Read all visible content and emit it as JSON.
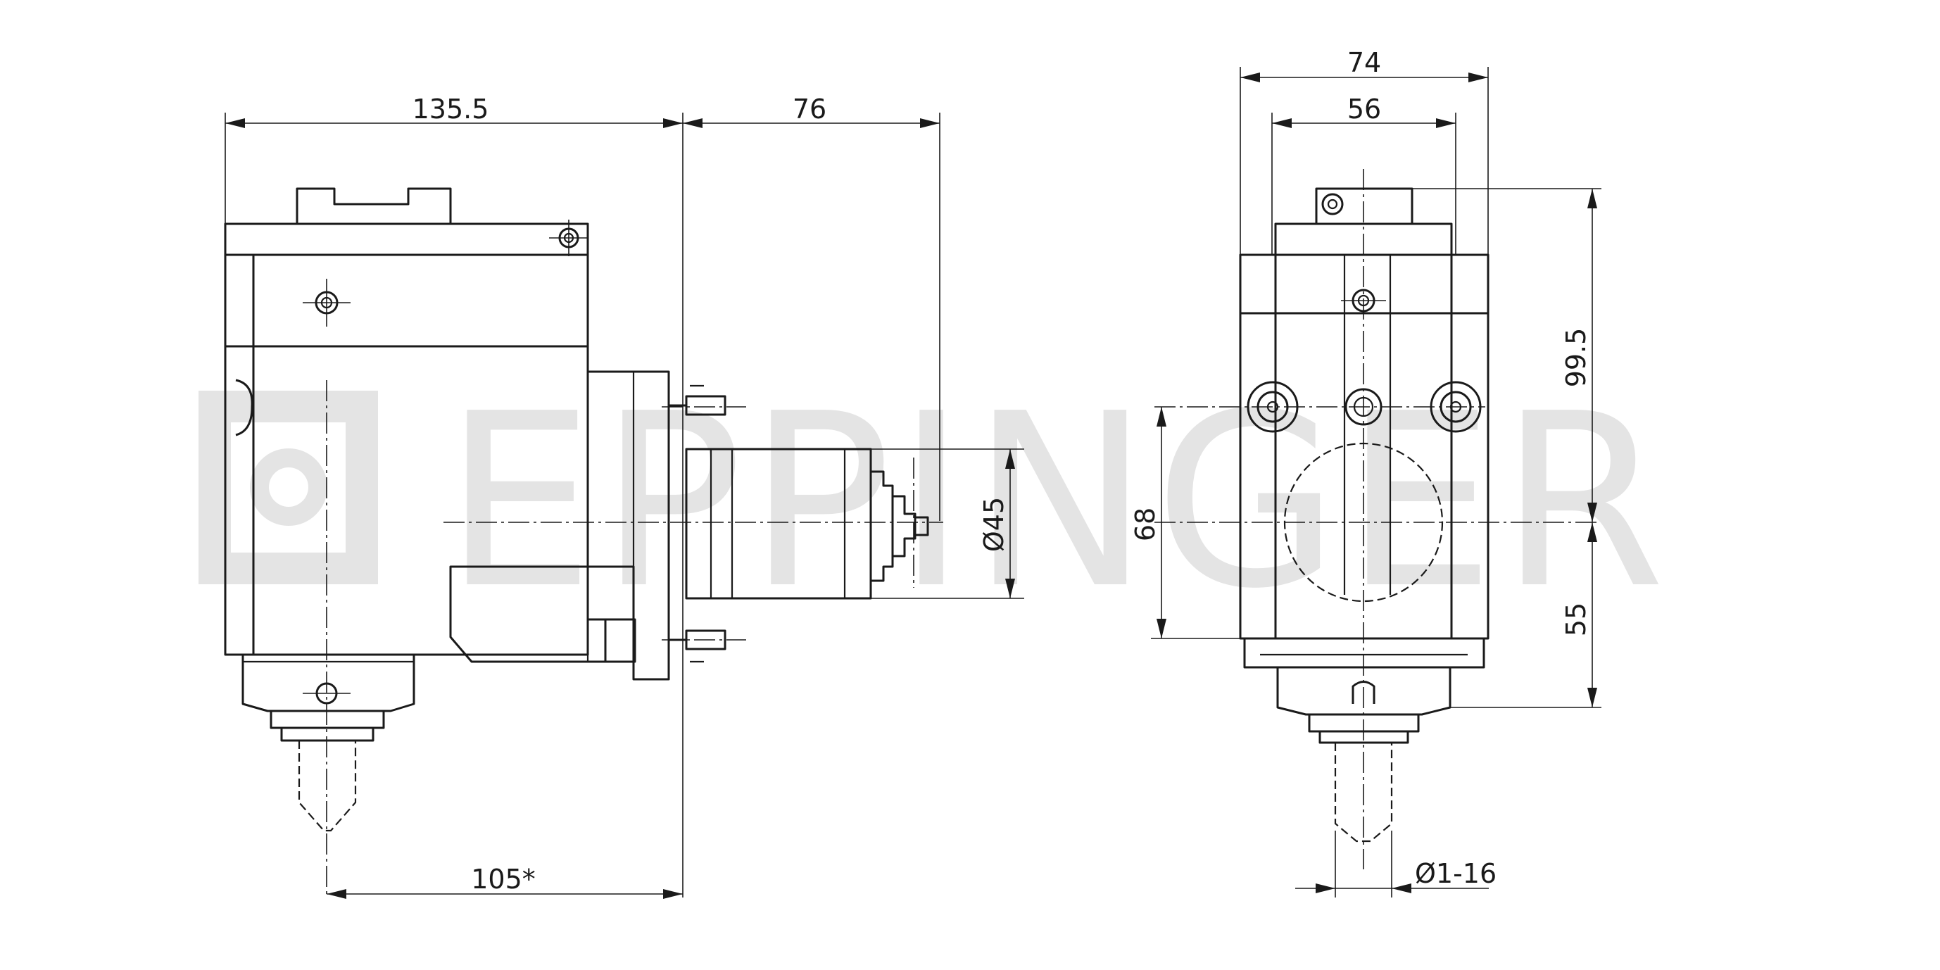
{
  "watermark": {
    "text": "EPPINGER"
  },
  "side_view": {
    "dim_overall_length": "135.5",
    "dim_spindle_projection": "76",
    "dim_flange_diameter": "Ø45",
    "dim_tool_offset": "105*"
  },
  "front_view": {
    "dim_overall_width": "74",
    "dim_body_width": "56",
    "dim_height_top": "99.5",
    "dim_center_height": "68",
    "dim_height_bottom": "55",
    "dim_collet_range": "Ø1-16"
  },
  "colors": {
    "line": "#1a1a1a",
    "watermark": "#e4e4e4",
    "background": "#ffffff"
  }
}
